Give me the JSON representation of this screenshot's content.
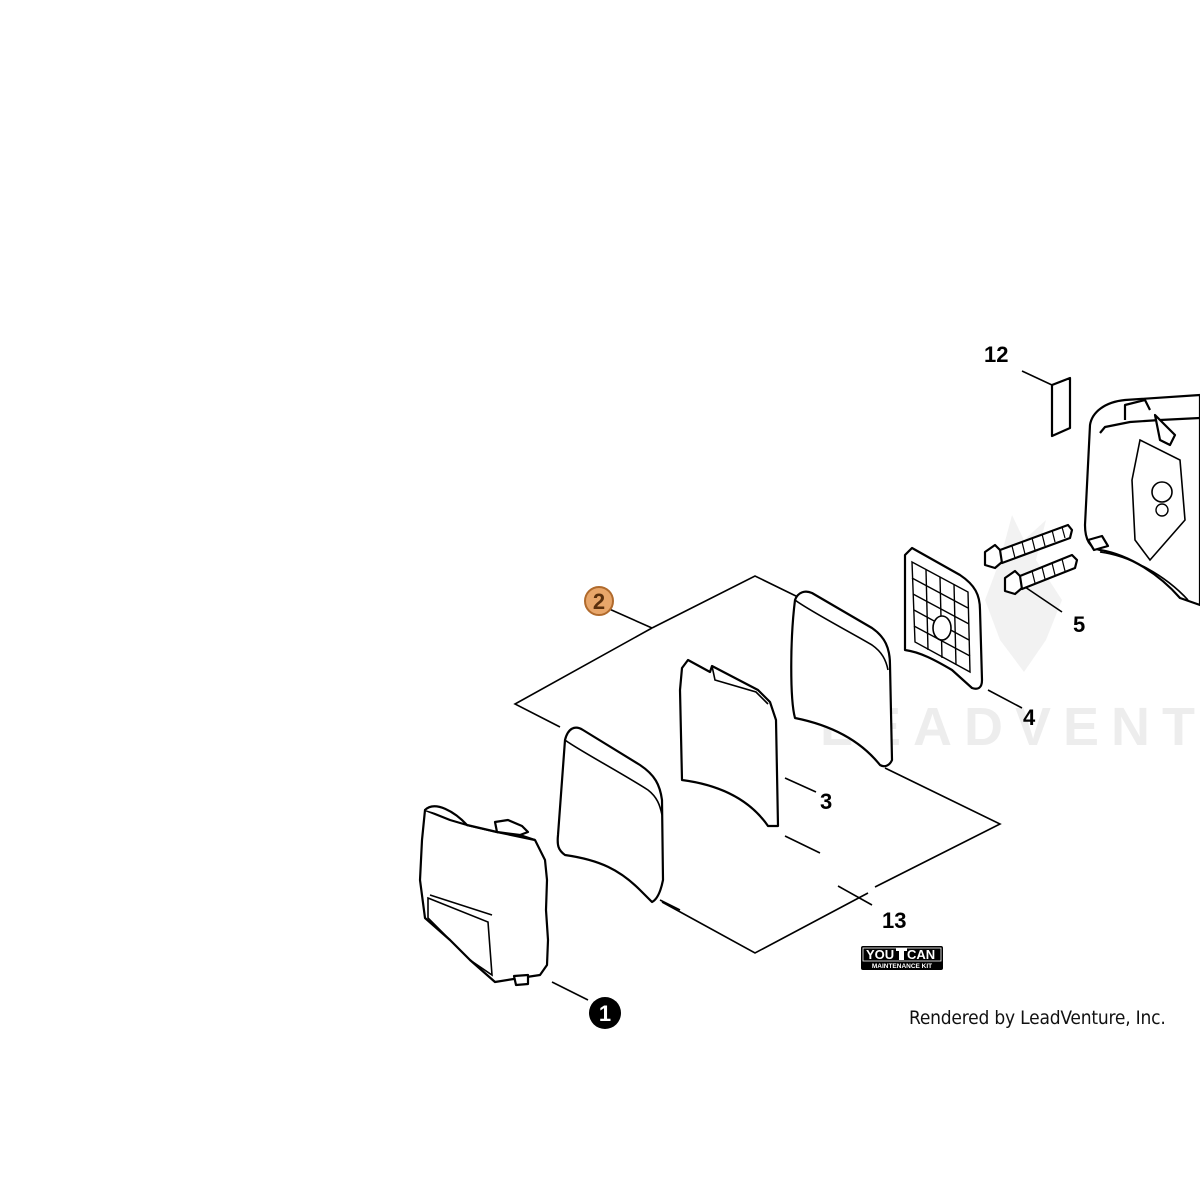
{
  "callouts": [
    {
      "id": "1",
      "label": "1",
      "style": "filled-black"
    },
    {
      "id": "2",
      "label": "2",
      "style": "filled-orange"
    },
    {
      "id": "3",
      "label": "3",
      "style": "plain"
    },
    {
      "id": "4",
      "label": "4",
      "style": "plain"
    },
    {
      "id": "5",
      "label": "5",
      "style": "plain"
    },
    {
      "id": "12",
      "label": "12",
      "style": "plain"
    },
    {
      "id": "13",
      "label": "13",
      "style": "plain"
    }
  ],
  "badge": {
    "line1_left": "YOU",
    "line1_right": "CAN",
    "line2": "MAINTENANCE KIT"
  },
  "credit": "Rendered by LeadVenture, Inc.",
  "watermark": "LEADVENTURE",
  "colors": {
    "line": "#000000",
    "highlight_fill": "#e8a66a",
    "highlight_stroke": "#b06a2c",
    "badge": "#000000"
  }
}
